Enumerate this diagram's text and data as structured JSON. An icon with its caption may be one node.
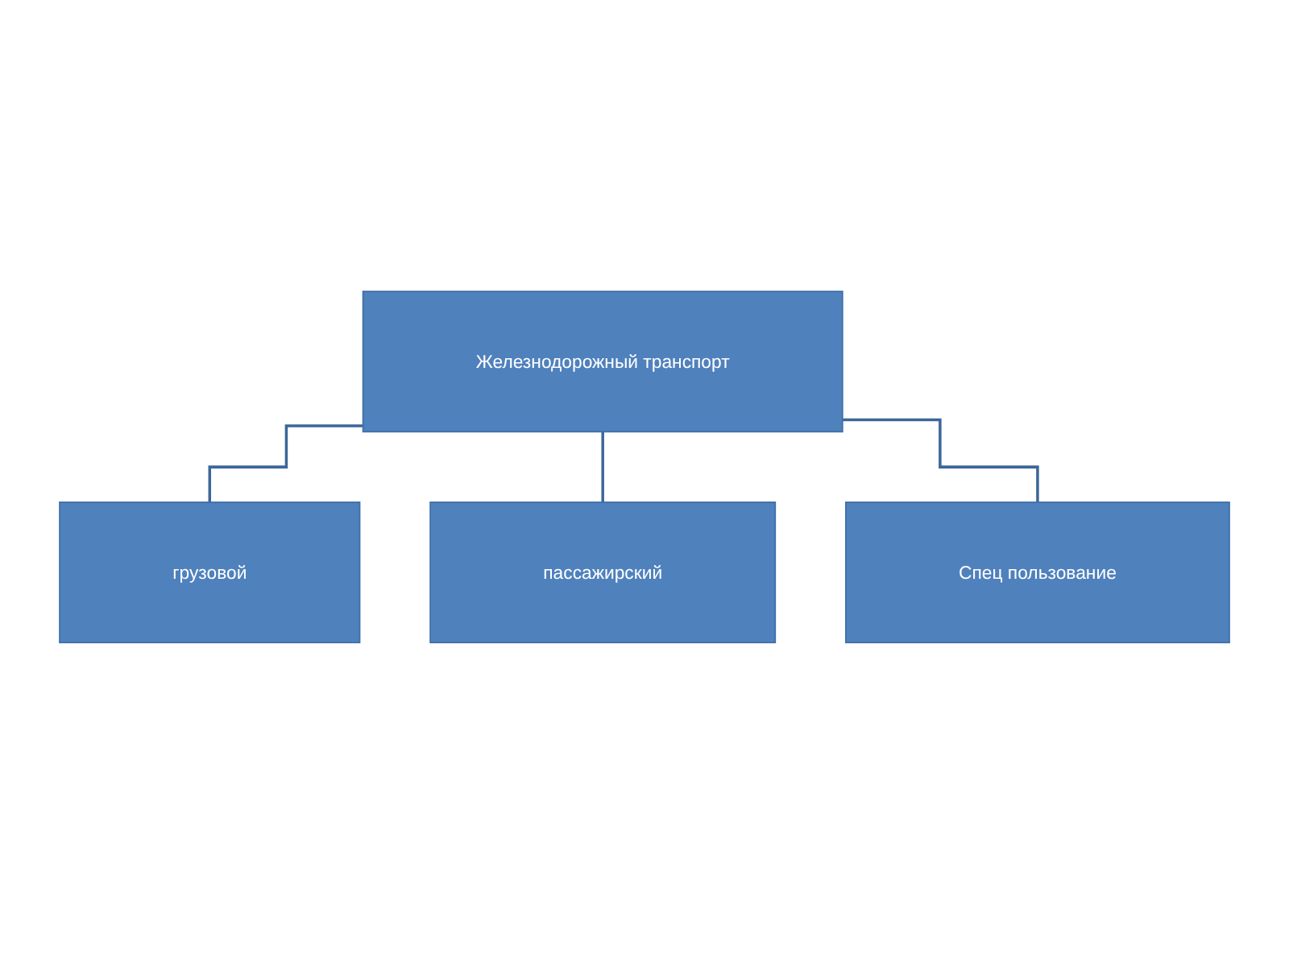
{
  "diagram": {
    "nodes": [
      {
        "text": [
          "Железнодорожный транспорт"
        ]
      },
      {
        "text": [
          "грузовой"
        ]
      },
      {
        "text": [
          "пассажирский"
        ]
      },
      {
        "text": [
          "Спец пользование"
        ]
      }
    ],
    "edges": [
      {
        "from": 0,
        "to": 1,
        "arrow": "none"
      },
      {
        "from": 0,
        "to": 2,
        "arrow": "none"
      },
      {
        "from": 0,
        "to": 3,
        "arrow": "none"
      }
    ]
  }
}
